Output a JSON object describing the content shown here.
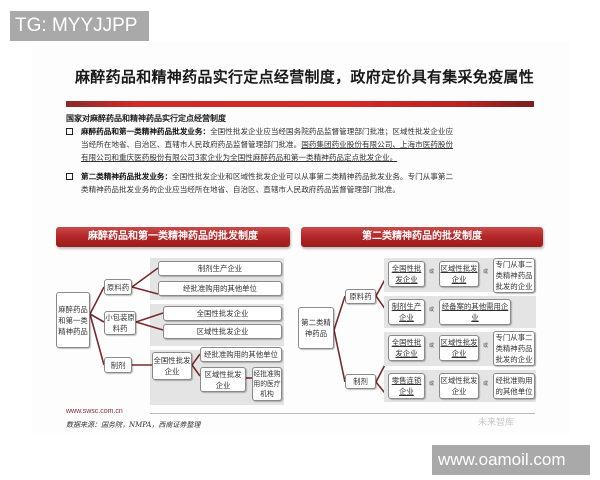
{
  "watermarks": {
    "top_left": "TG: MYYJJPP",
    "bottom_right": "www.oamoil.com",
    "embedded": "未来智库"
  },
  "header": {
    "title": "麻醉药品和精神药品实行定点经营制度，政府定价具有集采免疫属性",
    "bar_color": "#d62828"
  },
  "section": {
    "subtitle": "国家对麻醉药品和精神药品实行定点经营制度",
    "bullets": [
      {
        "label": "麻醉药品和第一类精神药品批发业务：",
        "line1": "全国性批发企业应当经国务院药品监督管理部门批准；区域性批发企业应",
        "line2a": "当经所在地省、自治区、直辖市人民政府药品监督管理部门批准。",
        "line2b": "国药集团药业股份有限公司、上海市医药股份",
        "line3": "有限公司和重庆医药股份有限公司3家企业为全国性麻醉药品和第一类精神药品定点批发企业。"
      },
      {
        "label": "第二类精神药品批发业务：",
        "line1": "全国性批发企业和区域性批发企业可以从事第二类精神药品批发业务。专门从事第二",
        "line2": "类精神药品批发业务的企业应当经所在地省、自治区、直辖市人民政府药品监督管理部门批准。"
      }
    ]
  },
  "left_diagram": {
    "header": "麻醉药品和第一类精神药品的批发制度",
    "root": "麻醉药品和第一类精神药品",
    "branches": [
      {
        "label": "原料药",
        "targets": [
          "制剂生产企业",
          "经批准购用的其他单位"
        ]
      },
      {
        "label": "小包装原料药",
        "targets": [
          "全国性批发企业",
          "区域性批发企业"
        ]
      },
      {
        "label": "制剂",
        "mid": "全国性批发企业",
        "targets": [
          "经批准购用的其他单位",
          "区域性批发企业"
        ],
        "end": "经批准购用的医疗机构"
      }
    ]
  },
  "right_diagram": {
    "header": "第二类精神药品的批发制度",
    "root": "第二类精神药品",
    "or_label": "或",
    "branches": [
      {
        "label": "原料药",
        "rows": [
          [
            "全国性批发企业",
            "区域性批发企业",
            "专门从事二类精神药品批发的企业"
          ],
          [
            "制剂生产企业",
            "经备案的其他需用企业"
          ]
        ]
      },
      {
        "label": "制剂",
        "rows": [
          [
            "全国性批发企业",
            "区域性批发企业",
            "专门从事二类精神药品批发的企业"
          ],
          [
            "零售连锁企业",
            "区域性批发企业",
            "经批准购用的其他单位"
          ]
        ]
      }
    ]
  },
  "footer": {
    "url": "www.swsc.com.cn",
    "source": "数据来源：国务院，NMPA，西南证券整理"
  }
}
